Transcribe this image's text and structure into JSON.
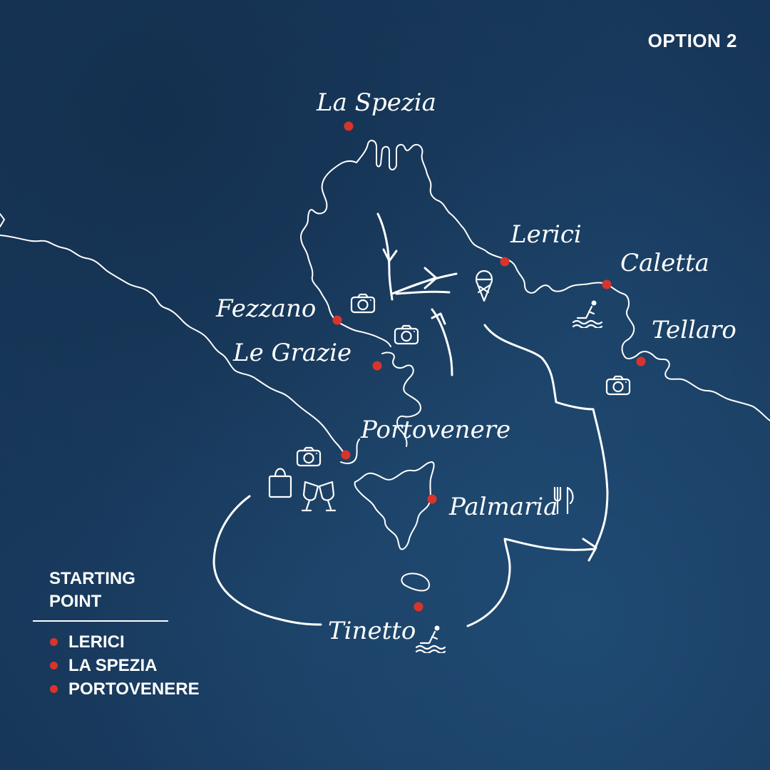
{
  "header": {
    "option_label": "OPTION 2"
  },
  "colors": {
    "marker": "#d9342b",
    "line": "#ffffff",
    "sea": "#1b3a5c"
  },
  "places": {
    "la_spezia": "La Spezia",
    "lerici": "Lerici",
    "caletta": "Caletta",
    "tellaro": "Tellaro",
    "fezzano": "Fezzano",
    "le_grazie": "Le Grazie",
    "portovenere": "Portovenere",
    "palmaria": "Palmaria",
    "tinetto": "Tinetto"
  },
  "icons": {
    "photo": "camera-icon",
    "food": "fork-knife-icon",
    "gelato": "ice-cream-icon",
    "swim": "swimmer-icon",
    "shopping": "shopping-bag-icon",
    "wine": "wine-glasses-icon",
    "route_arrow": "arrowhead-icon"
  },
  "legend": {
    "title": "STARTING POINT",
    "items": [
      {
        "label": "LERICI"
      },
      {
        "label": "LA SPEZIA"
      },
      {
        "label": "PORTOVENERE"
      }
    ]
  }
}
